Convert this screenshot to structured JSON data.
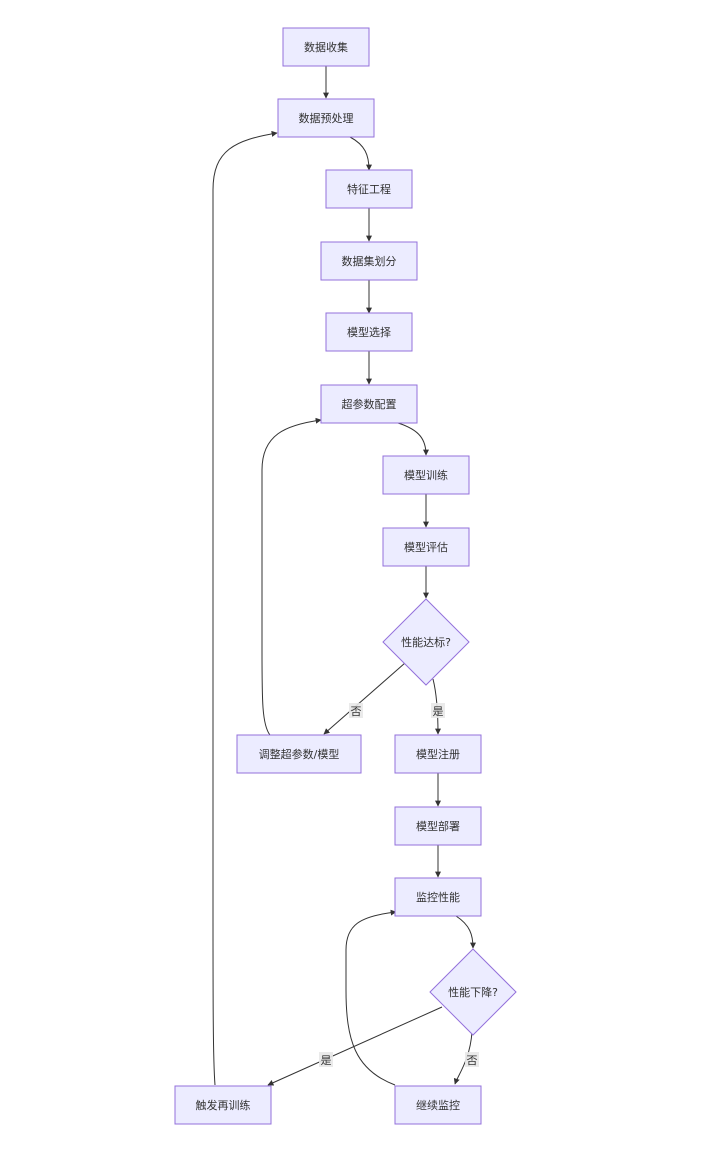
{
  "nodes": {
    "data_collect": "数据收集",
    "preprocess": "数据预处理",
    "feature_eng": "特征工程",
    "dataset_split": "数据集划分",
    "model_select": "模型选择",
    "hyperparam": "超参数配置",
    "train": "模型训练",
    "evaluate": "模型评估",
    "perf_ok": "性能达标?",
    "adjust": "调整超参数/模型",
    "register": "模型注册",
    "deploy": "模型部署",
    "monitor": "监控性能",
    "perf_drop": "性能下降?",
    "retrain": "触发再训练",
    "keep_monitor": "继续监控"
  },
  "edge_labels": {
    "perf_ok_no": "否",
    "perf_ok_yes": "是",
    "perf_drop_yes": "是",
    "perf_drop_no": "否"
  }
}
